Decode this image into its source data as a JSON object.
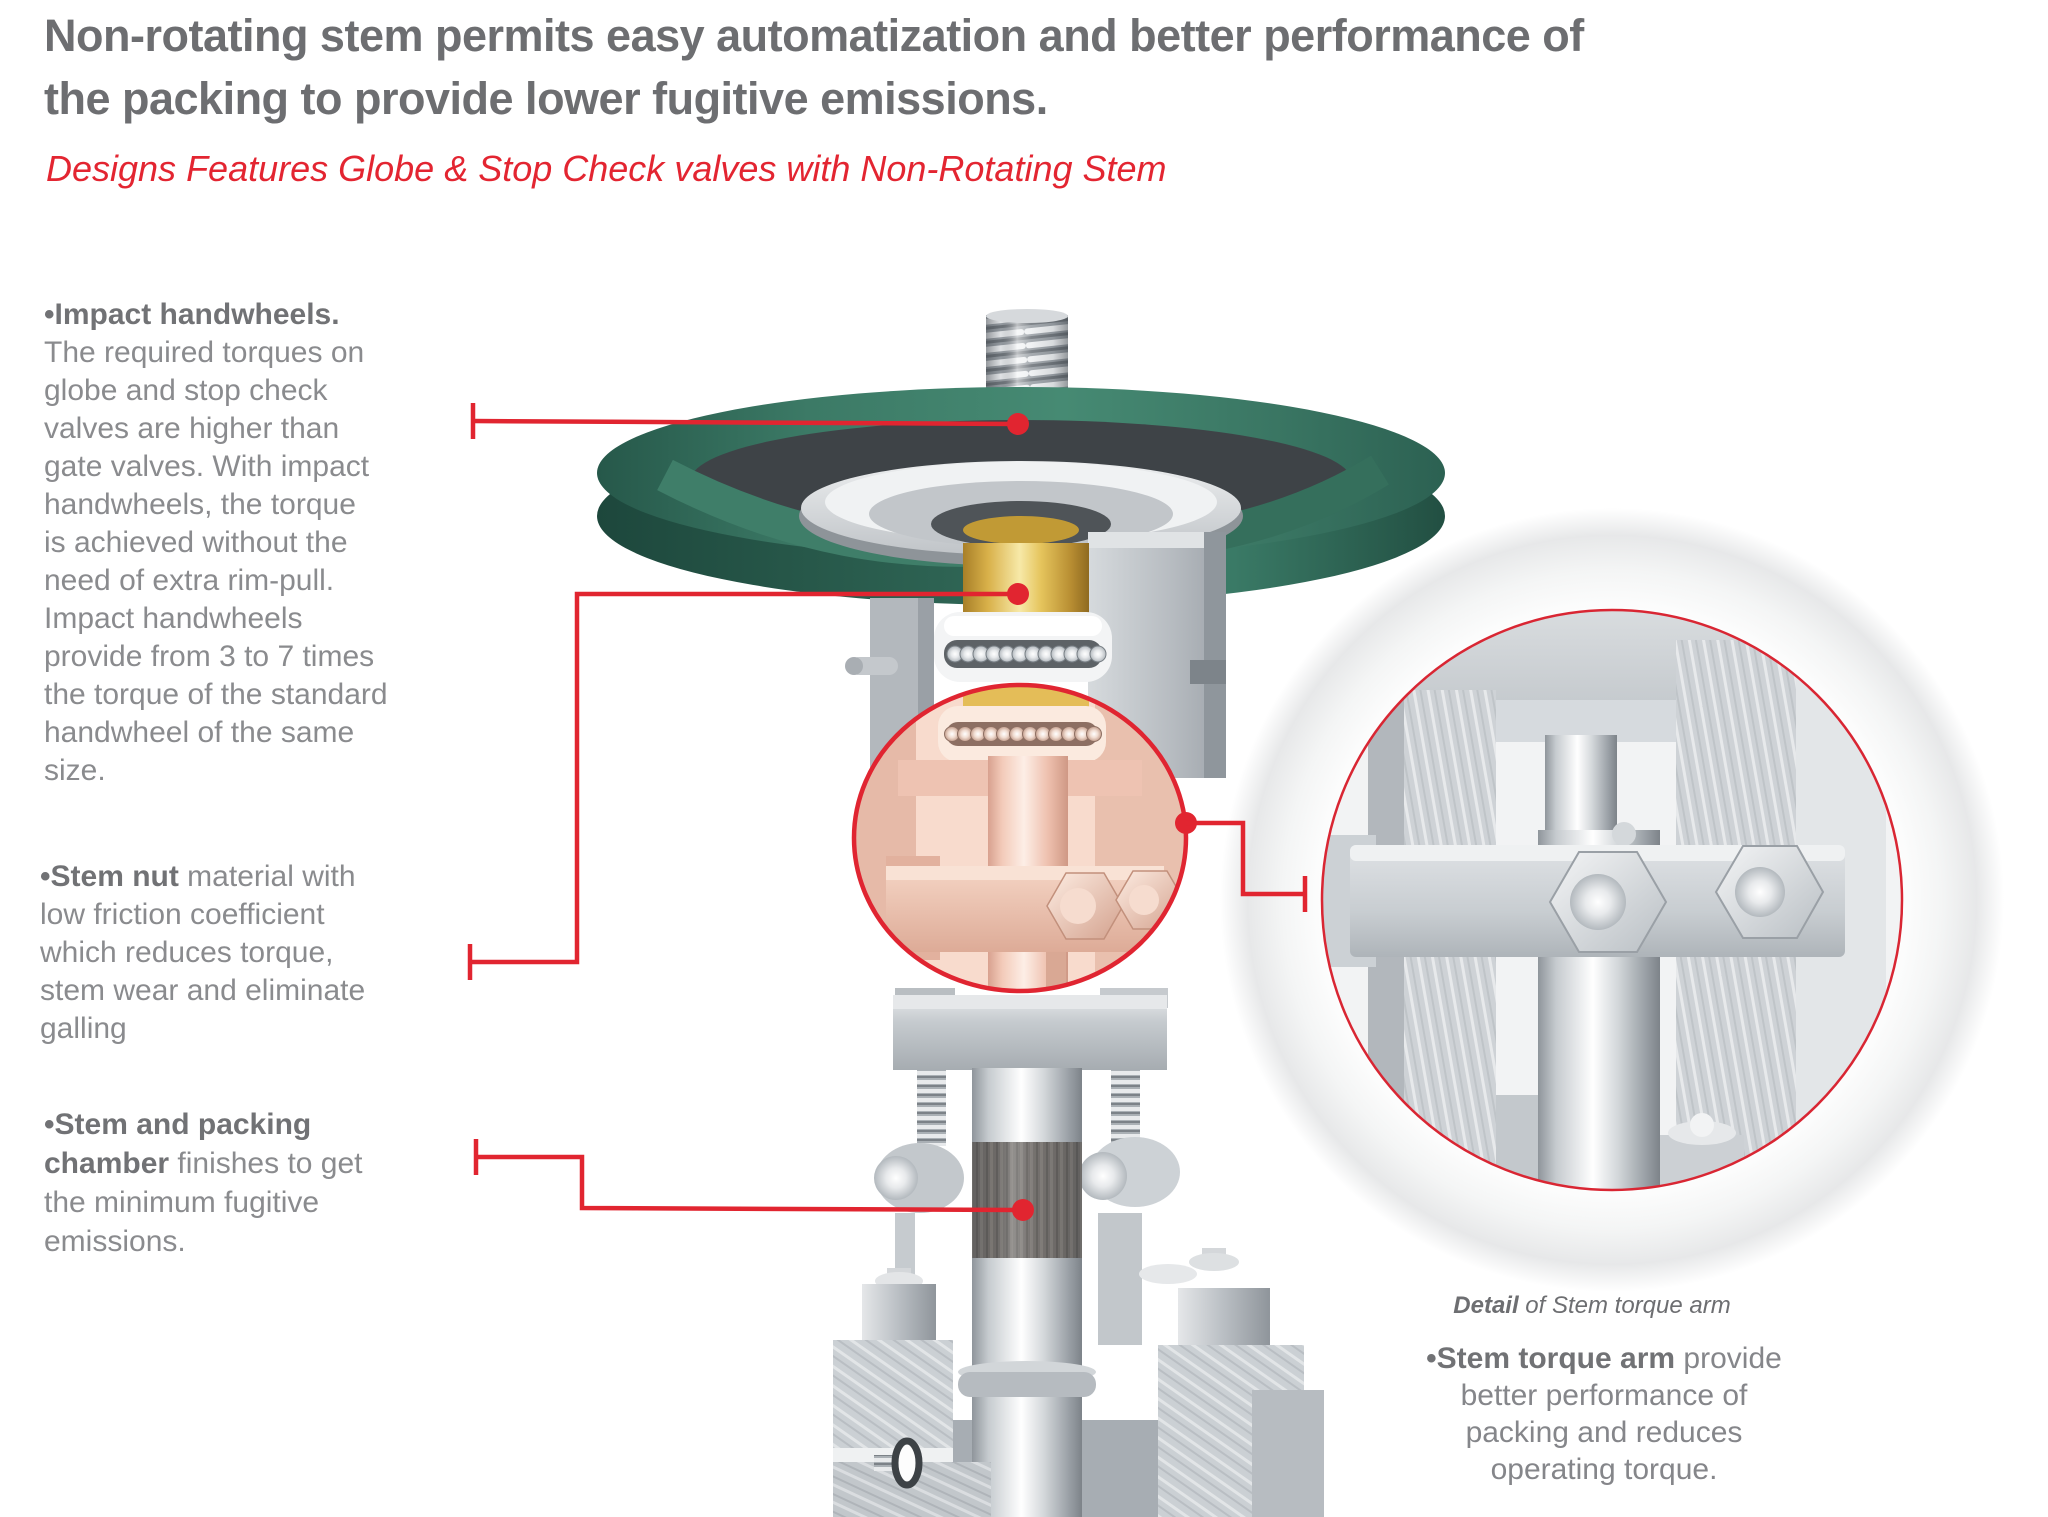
{
  "header": {
    "title": "Non-rotating stem permits easy automatization and better performance of the packing to provide lower fugitive emissions.",
    "subtitle": "Designs Features Globe & Stop Check valves with Non-Rotating Stem"
  },
  "annotations": {
    "impact_handwheels": {
      "lead": "•Impact handwheels.",
      "body": "\nThe required torques on\nglobe and stop check\nvalves are higher than\ngate valves. With impact\nhandwheels, the torque\nis achieved without the\nneed of extra rim-pull.\nImpact handwheels\nprovide from 3 to 7 times\nthe torque of the standard\nhandwheel of the same\nsize."
    },
    "stem_nut": {
      "lead": "•Stem nut",
      "body": " material with\nlow friction coefficient\nwhich reduces torque,\nstem wear and eliminate\ngalling"
    },
    "stem_and_packing": {
      "lead": "•Stem and packing\nchamber",
      "body": " finishes to get\nthe minimum fugitive\nemissions."
    },
    "stem_torque_arm": {
      "lead": "•Stem torque arm",
      "body": " provide\nbetter performance of\npacking and reduces\noperating torque."
    },
    "detail_caption": {
      "bold": "Detail",
      "rest": " of Stem torque arm"
    }
  },
  "illustration": {
    "parts": [
      "threaded-stem",
      "impact-handwheel",
      "stem-nut",
      "thrust-bearing",
      "yoke-bracket",
      "stem-torque-arm",
      "gland-flange",
      "packing-chamber",
      "valve-body",
      "detail-of-stem-torque-arm"
    ],
    "colors": {
      "accent_red": "#e12530",
      "title_gray": "#6d6e71",
      "body_text_gray": "#8a8b8e",
      "handwheel_green": "#3f7d68",
      "brass_yellow": "#e3bb50",
      "highlight_pink": "#f6d7c8",
      "metal_light": "#d3d7db",
      "metal_mid": "#b4b9be"
    }
  }
}
